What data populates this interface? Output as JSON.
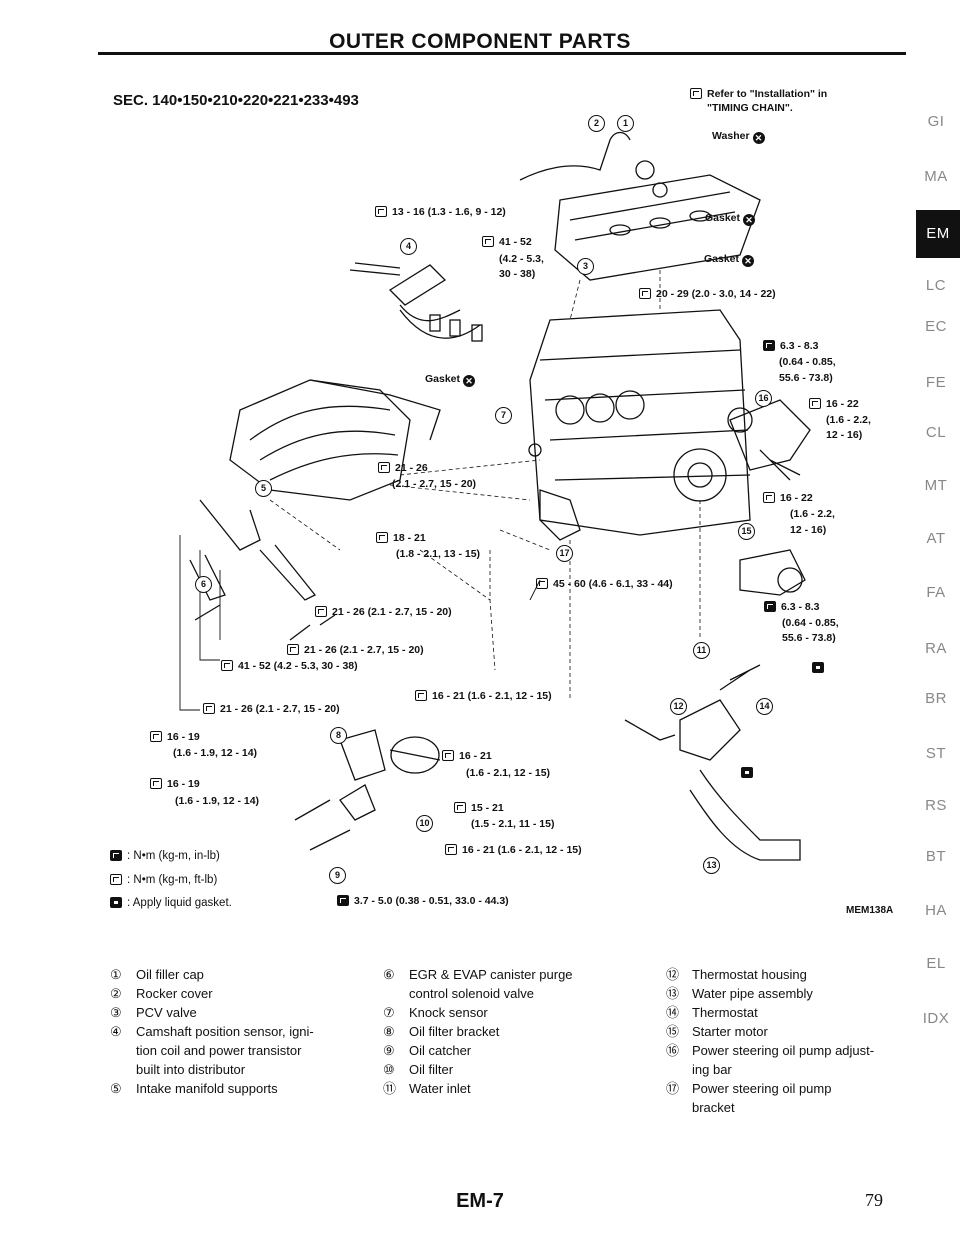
{
  "page_title": "OUTER COMPONENT PARTS",
  "section_code": "SEC. 140•150•210•220•221•233•493",
  "callouts": {
    "refer": "Refer to \"Installation\" in",
    "refer2": "\"TIMING CHAIN\".",
    "washer": "Washer",
    "gasket1": "Gasket",
    "gasket2": "Gasket",
    "gasket3": "Gasket",
    "t_13_16": "13 - 16 (1.3 - 1.6, 9 - 12)",
    "t_41_52a": "41 - 52",
    "t_41_52b": "(4.2 - 5.3,",
    "t_41_52c": "30 - 38)",
    "t_20_29": "20 - 29 (2.0 - 3.0, 14 - 22)",
    "t_63_a1": "6.3 - 8.3",
    "t_63_a2": "(0.64 - 0.85,",
    "t_63_a3": "55.6 - 73.8)",
    "t_16_22a1": "16 - 22",
    "t_16_22a2": "(1.6 - 2.2,",
    "t_16_22a3": "12 - 16)",
    "t_21_26a1": "21 - 26",
    "t_21_26a2": "(2.1 - 2.7, 15 - 20)",
    "t_16_22b1": "16 - 22",
    "t_16_22b2": "(1.6 - 2.2,",
    "t_16_22b3": "12 - 16)",
    "t_18_21a": "18 - 21",
    "t_18_21b": "(1.8 - 2.1, 13 - 15)",
    "t_45_60": "45 - 60 (4.6 - 6.1, 33 - 44)",
    "t_63_b1": "6.3 - 8.3",
    "t_63_b2": "(0.64 - 0.85,",
    "t_63_b3": "55.6 - 73.8)",
    "t_21_26b": "21 - 26 (2.1 - 2.7, 15 - 20)",
    "t_21_26c": "21 - 26 (2.1 - 2.7, 15 - 20)",
    "t_41_52d": "41 - 52 (4.2 - 5.3, 30 - 38)",
    "t_16_21a": "16 - 21 (1.6 - 2.1, 12 - 15)",
    "t_21_26d": "21 - 26 (2.1 - 2.7, 15 - 20)",
    "t_16_19a1": "16 - 19",
    "t_16_19a2": "(1.6 - 1.9, 12 - 14)",
    "t_16_21b1": "16 - 21",
    "t_16_21b2": "(1.6 - 2.1, 12 - 15)",
    "t_16_19b1": "16 - 19",
    "t_16_19b2": "(1.6 - 1.9, 12 - 14)",
    "t_15_21a": "15 - 21",
    "t_15_21b": "(1.5 - 2.1, 11 - 15)",
    "t_16_21c": "16 - 21 (1.6 - 2.1, 12 - 15)",
    "t_37_50": "3.7 - 5.0 (0.38 - 0.51, 33.0 - 44.3)"
  },
  "legend": {
    "nm_inlb": ": N•m (kg-m, in-lb)",
    "nm_ftlb": ": N•m (kg-m, ft-lb)",
    "liquid_gasket": ": Apply liquid gasket."
  },
  "figure_id": "MEM138A",
  "parts": [
    {
      "n": "①",
      "name": "Oil filler cap"
    },
    {
      "n": "②",
      "name": "Rocker cover"
    },
    {
      "n": "③",
      "name": "PCV valve"
    },
    {
      "n": "④",
      "name": "Camshaft position sensor, igni-"
    },
    {
      "n": "",
      "name": "tion coil and power transistor"
    },
    {
      "n": "",
      "name": "built into distributor"
    },
    {
      "n": "⑤",
      "name": "Intake manifold supports"
    },
    {
      "n": "⑥",
      "name": "EGR & EVAP canister purge"
    },
    {
      "n": "",
      "name": "control solenoid valve"
    },
    {
      "n": "⑦",
      "name": "Knock sensor"
    },
    {
      "n": "⑧",
      "name": "Oil filter bracket"
    },
    {
      "n": "⑨",
      "name": "Oil catcher"
    },
    {
      "n": "⑩",
      "name": "Oil filter"
    },
    {
      "n": "⑪",
      "name": "Water inlet"
    },
    {
      "n": "⑫",
      "name": "Thermostat housing"
    },
    {
      "n": "⑬",
      "name": "Water pipe assembly"
    },
    {
      "n": "⑭",
      "name": "Thermostat"
    },
    {
      "n": "⑮",
      "name": "Starter motor"
    },
    {
      "n": "⑯",
      "name": "Power steering oil pump adjust-"
    },
    {
      "n": "",
      "name": "ing bar"
    },
    {
      "n": "⑰",
      "name": "Power steering oil pump"
    },
    {
      "n": "",
      "name": "bracket"
    }
  ],
  "side_tabs": [
    "GI",
    "MA",
    "EM",
    "LC",
    "EC",
    "FE",
    "CL",
    "MT",
    "AT",
    "FA",
    "RA",
    "BR",
    "ST",
    "RS",
    "BT",
    "HA",
    "EL",
    "IDX"
  ],
  "active_tab": "EM",
  "footer": "EM-7",
  "page_number": "79"
}
